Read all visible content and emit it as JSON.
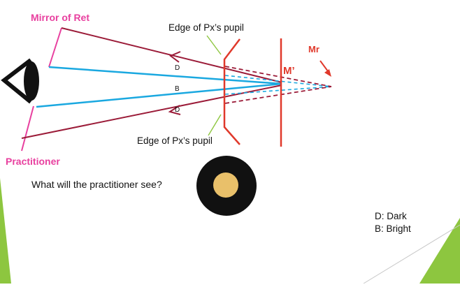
{
  "labels": {
    "mirror_of_ret": "Mirror of Ret",
    "practitioner": "Practitioner",
    "edge_top": "Edge of Px’s pupil",
    "edge_bottom": "Edge of Px’s pupil",
    "m_prime": "M’",
    "mr": "Mr",
    "region_top": "D",
    "region_mid": "B",
    "region_bottom": "D",
    "question": "What will the practitioner see?",
    "legend_dark": "D: Dark",
    "legend_bright": "B: Bright"
  },
  "colors": {
    "pink": "#e8409f",
    "ray_dark": "#9b1b38",
    "ray_blue": "#1aa8e0",
    "lens_red": "#e0392b",
    "pupil_fill": "#e9c06a",
    "pupil_ring": "#111111",
    "slide_green": "#8dc63f"
  },
  "icons": {
    "eye": "eye-icon",
    "pupil": "pupil-reflex-icon"
  }
}
